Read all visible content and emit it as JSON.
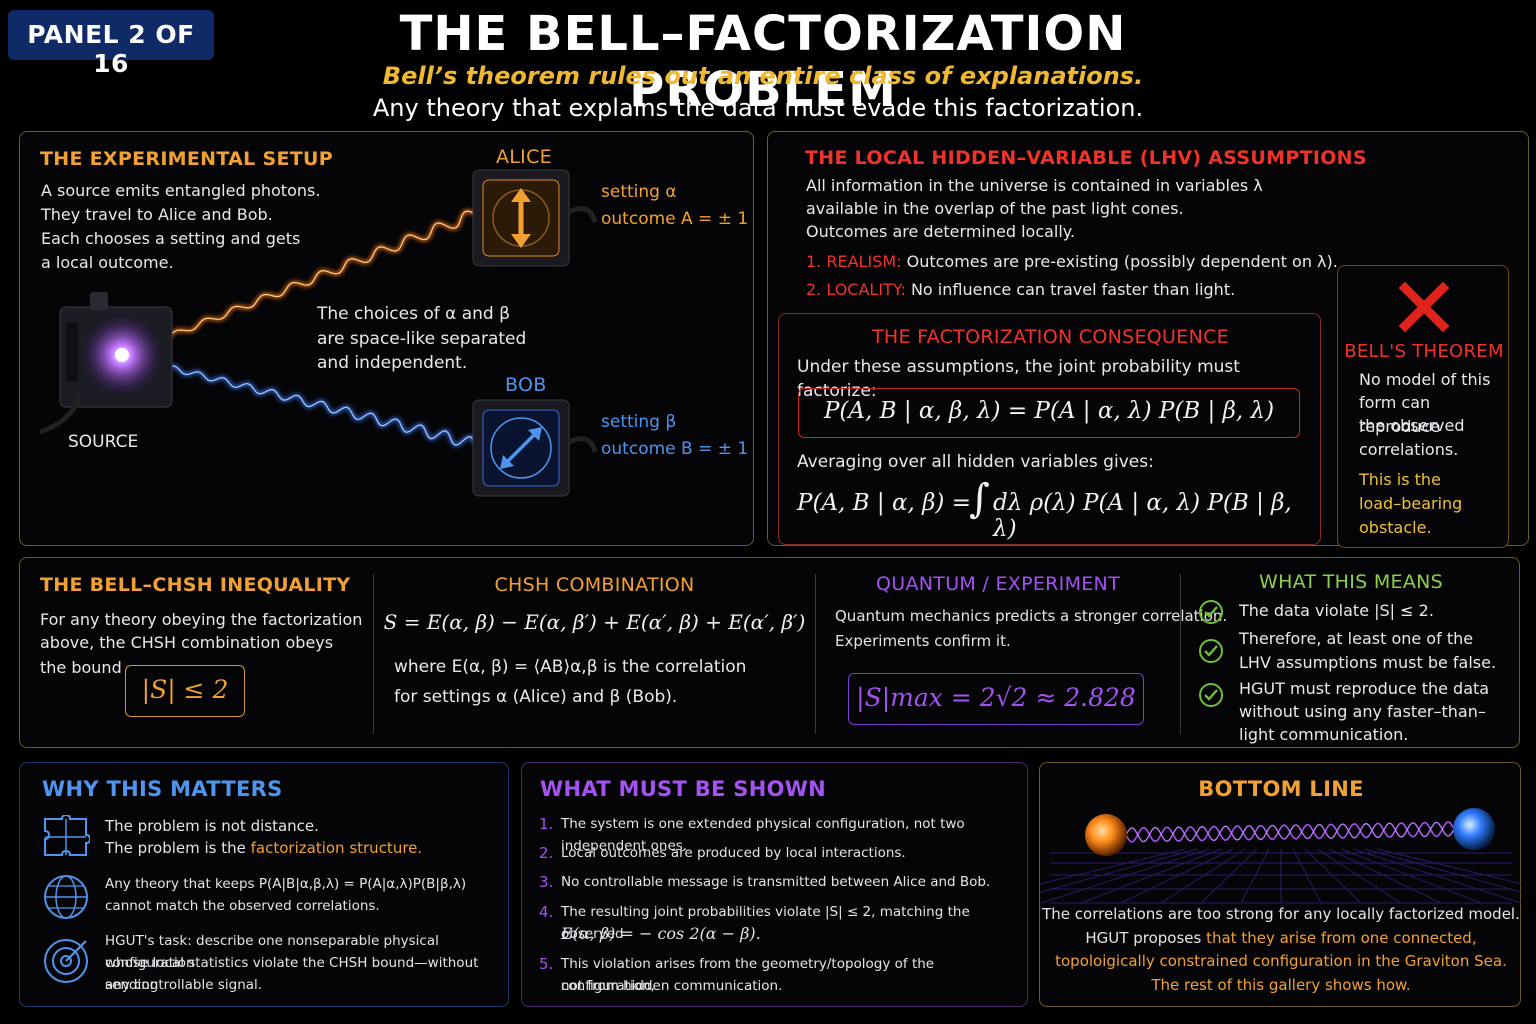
{
  "header": {
    "badge": "PANEL 2 OF 16",
    "title": "THE BELL–FACTORIZATION PROBLEM",
    "subtitle": "Bell’s theorem rules out an entire class of explanations.",
    "subtitle2": "Any theory that explains the data must evade this factorization."
  },
  "setup": {
    "title": "THE EXPERIMENTAL SETUP",
    "lines": [
      "A source emits entangled photons.",
      "They travel to Alice and Bob.",
      "Each chooses a setting and gets",
      "a local outcome."
    ],
    "alice_label": "ALICE",
    "alice_setting": "setting α",
    "alice_outcome": "outcome A = ± 1",
    "bob_label": "BOB",
    "bob_setting": "setting β",
    "bob_outcome": "outcome B = ± 1",
    "source_label": "SOURCE",
    "choice_lines": [
      "The choices of α and β",
      "are space-like separated",
      "and independent."
    ]
  },
  "lhv": {
    "title": "THE LOCAL HIDDEN–VARIABLE (LHV) ASSUMPTIONS",
    "lines": [
      "All information in the universe is contained in variables λ",
      "available in the overlap of the past light cones.",
      "Outcomes are determined locally."
    ],
    "realism_label": "1. REALISM:",
    "realism_text": " Outcomes are pre-existing (possibly dependent on λ).",
    "locality_label": "2. LOCALITY:",
    "locality_text": " No influence can travel faster than light."
  },
  "factorization": {
    "title": "THE FACTORIZATION CONSEQUENCE",
    "intro": "Under these assumptions, the joint probability must factorize:",
    "formula": "P(A, B | α, β, λ) = P(A | α, λ) P(B | β, λ)",
    "averaging": "Averaging over all hidden variables gives:",
    "integral_left": "P(A, B | α, β) =",
    "integral_sign": "∫",
    "integral_right": "dλ ρ(λ) P(A | α, λ) P(B | β, λ)"
  },
  "bell": {
    "title": "BELL'S THEOREM",
    "lines": [
      "No model of this",
      "form can reproduce",
      "the observed",
      "correlations."
    ],
    "highlight": [
      "This is the",
      "load–bearing",
      "obstacle."
    ]
  },
  "chsh": {
    "title": "THE BELL–CHSH INEQUALITY",
    "lines": [
      "For any theory obeying the factorization",
      "above, the CHSH combination obeys",
      "the bound"
    ],
    "bound": "|S| ≤ 2",
    "combo_title": "CHSH COMBINATION",
    "combo_formula": "S = E(α, β) − E(α, β′) + E(α′, β) + E(α′, β′)",
    "where_line1": "where E(α, β) = ⟨AB⟩α,β is the correlation",
    "where_line2": "for settings α (Alice) and β (Bob).",
    "qe_title": "QUANTUM / EXPERIMENT",
    "qe_lines": [
      "Quantum mechanics predicts a stronger correlation.",
      "Experiments confirm it."
    ],
    "qe_formula": "|S|max = 2√2 ≈ 2.828",
    "means_title": "WHAT THIS MEANS",
    "means_items": [
      [
        "The data violate |S| ≤ 2."
      ],
      [
        "Therefore, at least one of the",
        "LHV assumptions must be false."
      ],
      [
        "HGUT must reproduce the data",
        "without using any faster–than–",
        "light communication."
      ]
    ]
  },
  "why": {
    "title": "WHY THIS MATTERS",
    "item1": [
      "The problem is not distance.",
      "The problem is the "
    ],
    "item1_highlight": "factorization structure.",
    "item2": [
      "Any theory that keeps P(A|B|α,β,λ) = P(A|α,λ)P(B|β,λ)",
      "cannot match the observed correlations."
    ],
    "item3": [
      "HGUT's task: describe one nonseparable physical configuration",
      "whose local statistics violate the CHSH bound—without sending",
      "any controllable signal."
    ]
  },
  "shown": {
    "title": "WHAT MUST BE SHOWN",
    "items": [
      [
        "1.",
        "The system is one extended physical configuration, not two independent ones."
      ],
      [
        "2.",
        "Local outcomes are produced by local interactions."
      ],
      [
        "3.",
        "No controllable message is transmitted between Alice and Bob."
      ],
      [
        "4.",
        "The resulting joint probabilities violate |S| ≤ 2, matching the observed",
        "E(α, β) = − cos 2(α − β)."
      ],
      [
        "5.",
        "This violation arises from the geometry/topology of the configuration,",
        "not from hidden communication."
      ]
    ]
  },
  "bottom": {
    "title": "BOTTOM LINE",
    "line1": "The correlations are too strong for any locally factorized model.",
    "line2a": "HGUT proposes ",
    "line2b": "that they arise from one connected,",
    "line3": "topoloigically constrained configuration in the Graviton Sea.",
    "line4": "The rest of this gallery shows how."
  },
  "colors": {
    "orange": "#f1a133",
    "red": "#f0332a",
    "purple": "#a453f0",
    "green": "#8bd04c",
    "blue": "#4f95ee",
    "alice_beam": "#ff7a1a",
    "bob_beam": "#3b7dff"
  }
}
